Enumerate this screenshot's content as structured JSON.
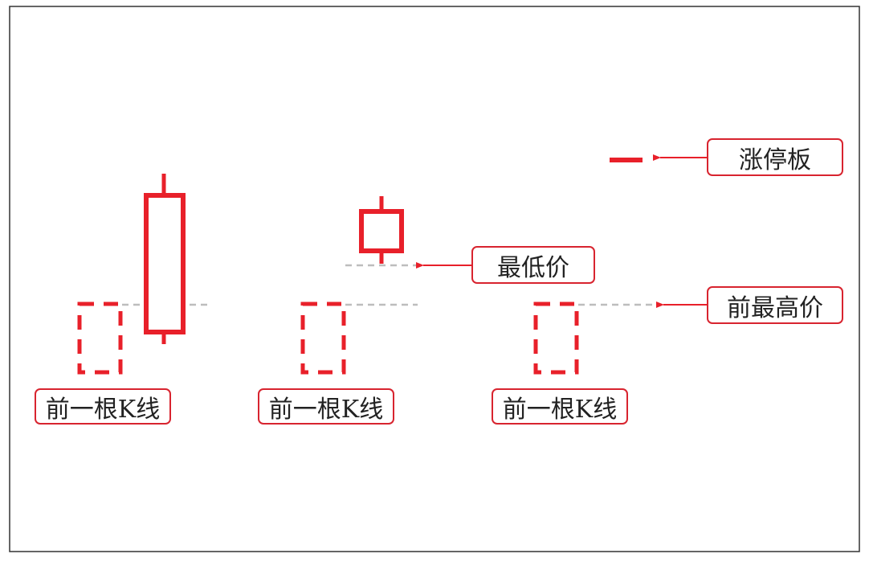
{
  "diagram": {
    "colors": {
      "candle": "#e8202a",
      "guide": "#bdbdbd",
      "label_border": "#d8242f",
      "frame": "#333333"
    },
    "labels": {
      "prev_k_1": "前一根K线",
      "prev_k_2": "前一根K线",
      "prev_k_3": "前一根K线",
      "lowest_price": "最低价",
      "prev_high": "前最高价",
      "limit_up": "涨停板"
    }
  }
}
